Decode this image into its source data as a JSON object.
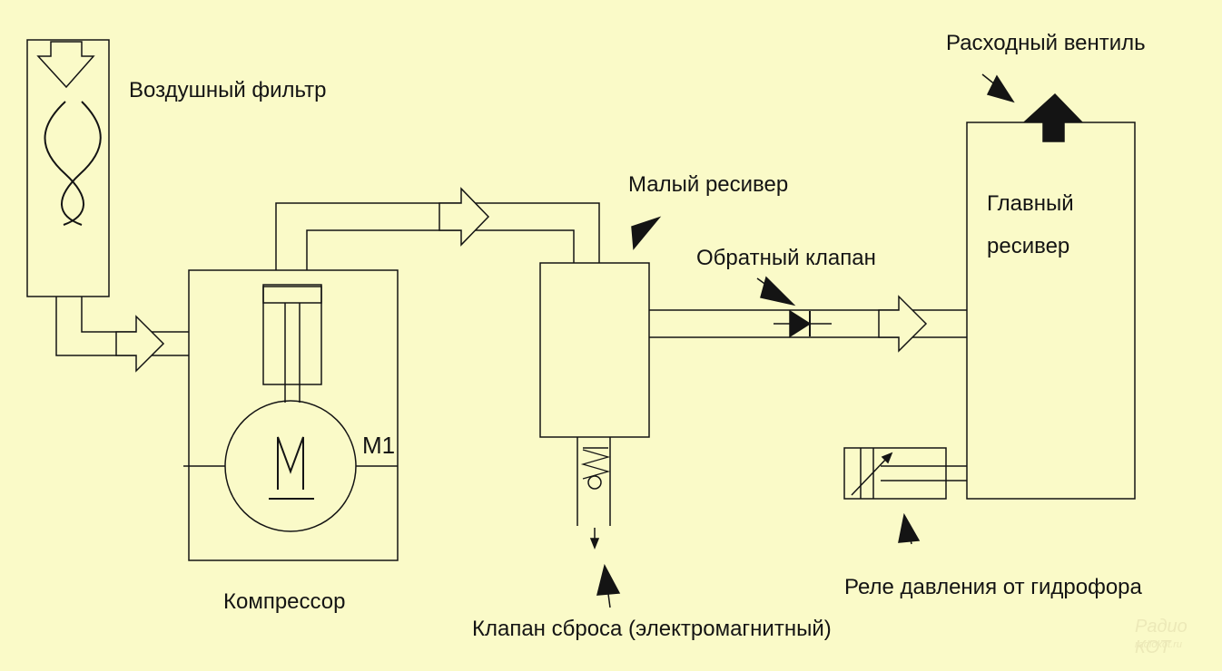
{
  "labels": {
    "air_filter": "Воздушный фильтр",
    "outlet_valve": "Расходный вентиль",
    "small_receiver": "Малый ресивер",
    "main_receiver_line1": "Главный",
    "main_receiver_line2": "ресивер",
    "check_valve": "Обратный клапан",
    "motor": "M1",
    "compressor": "Компрессор",
    "pressure_relay": "Реле давления от гидрофора",
    "relief_valve": "Клапан сброса (электромагнитный)"
  },
  "watermark": {
    "brand": "Радио КОТ",
    "site": "radiokot.ru"
  },
  "colors": {
    "background": "#fafac8",
    "line": "#141414"
  }
}
